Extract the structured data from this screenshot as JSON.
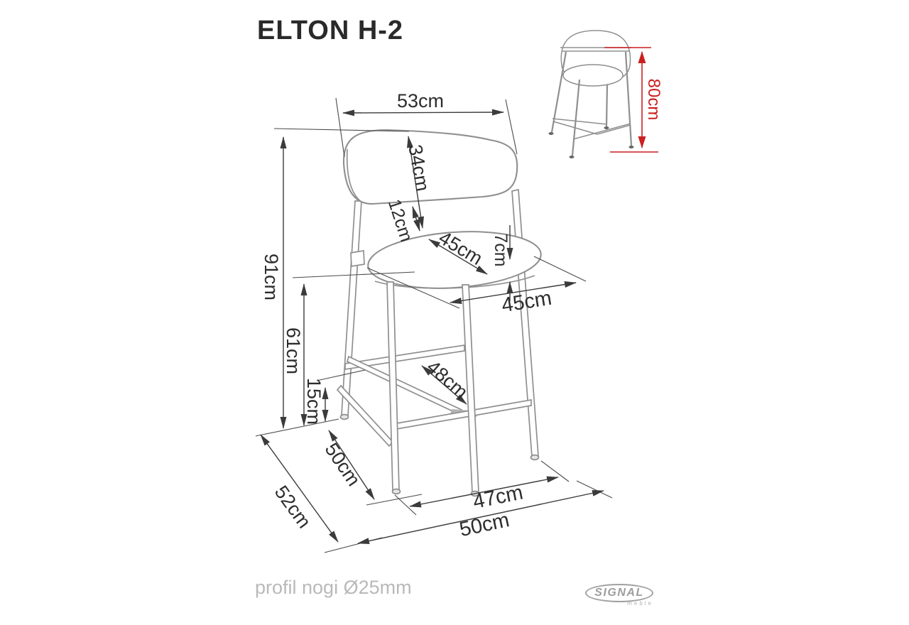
{
  "title": "ELTON H-2",
  "colors": {
    "drawing_gray": "#8f8f8f",
    "dimension_dark": "#3b3b3b",
    "accent_red": "#cc1f1f",
    "muted_gray": "#b9b9b9"
  },
  "diagram": {
    "type": "technical-drawing",
    "product": "bar stool ELTON H-2",
    "dims": {
      "back_width": "53cm",
      "backrest_height": "34cm",
      "backrest_gap": "12cm",
      "seat_width": "45cm",
      "seat_thickness": "7cm",
      "seat_depth": "45cm",
      "total_height": "91cm",
      "seat_height": "61cm",
      "footrest_height": "15cm",
      "brace_length": "48cm",
      "base_depth_inner": "50cm",
      "base_depth_outer": "52cm",
      "base_width_inner": "47cm",
      "base_width_outer": "50cm"
    },
    "inset": {
      "seat_height_overall": "80cm"
    }
  },
  "footer": {
    "leg_profile_note": "profil nogi Ø25mm"
  },
  "logo": {
    "brand": "SIGNAL",
    "sub": "meble"
  }
}
